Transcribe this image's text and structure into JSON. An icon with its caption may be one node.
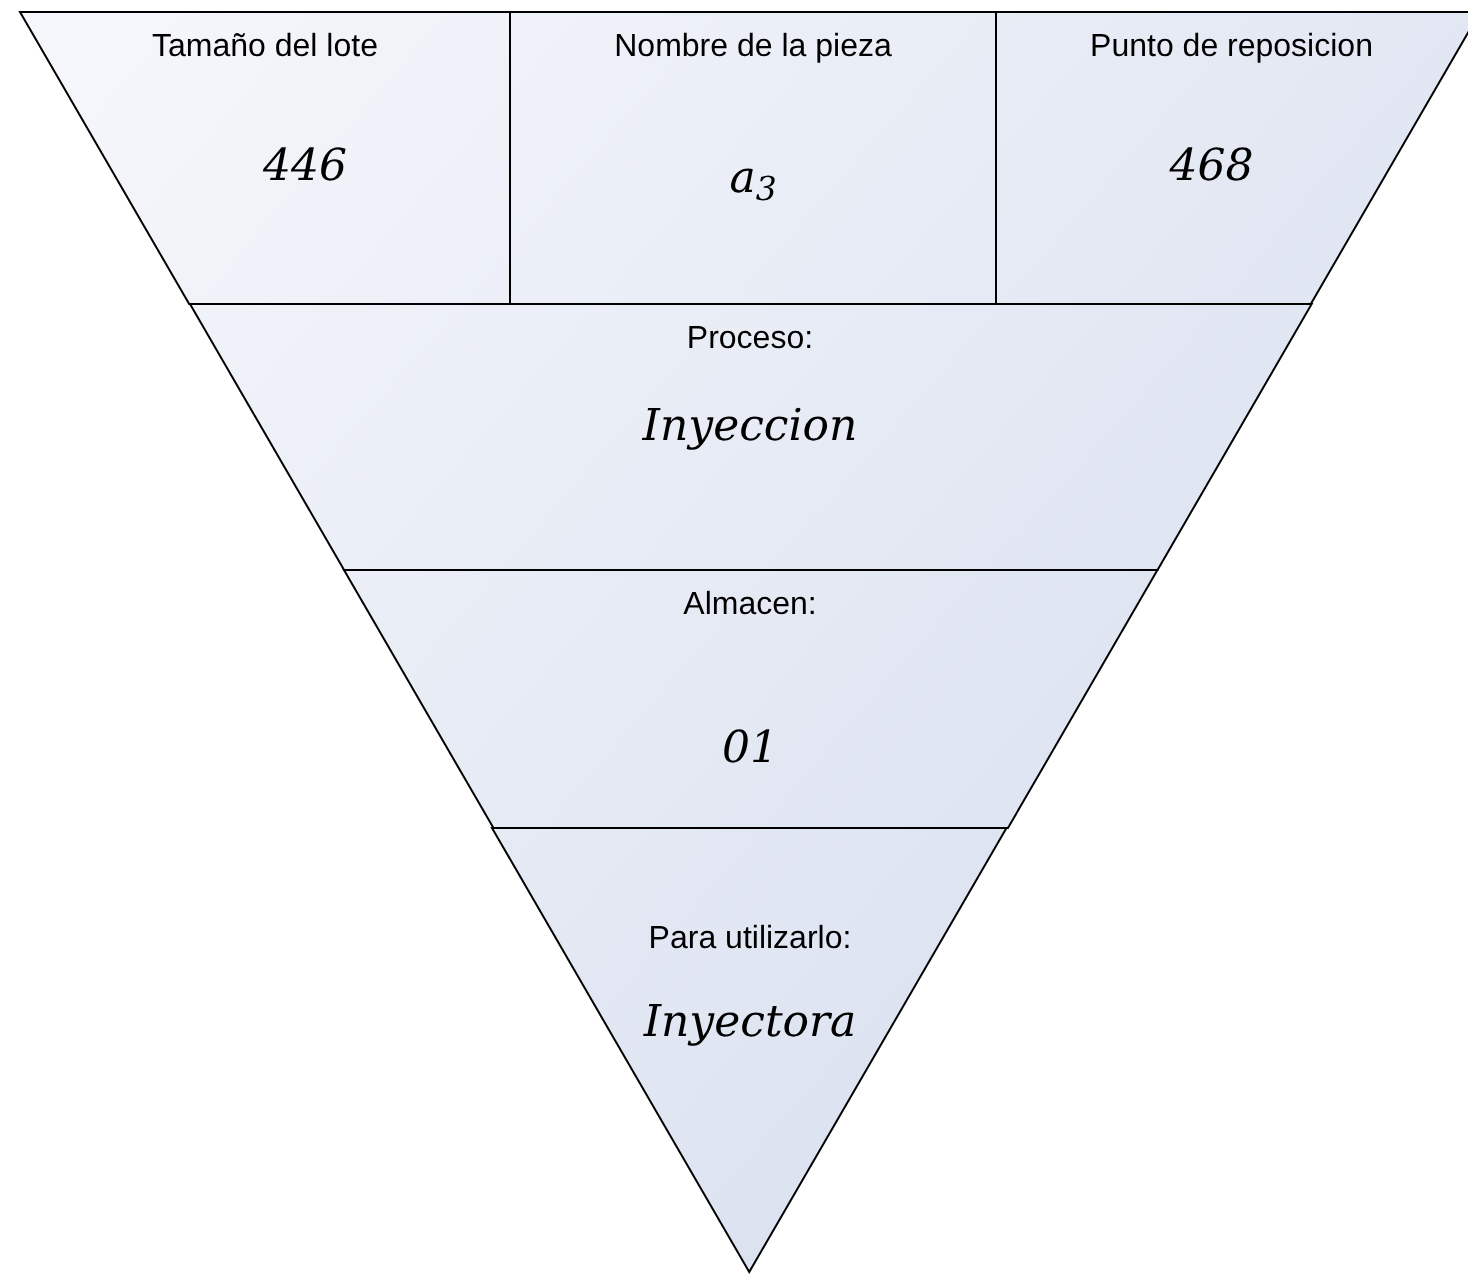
{
  "diagram": {
    "nodes": [
      {
        "text": [
          "Tamaño del lote",
          "446"
        ]
      },
      {
        "text": [
          "Nombre de la pieza",
          "a$_{3}$"
        ]
      },
      {
        "text": [
          "Punto de reposicion",
          "468"
        ]
      },
      {
        "text": [
          "Proceso:",
          "Inyeccion"
        ]
      },
      {
        "text": [
          "Almacen:",
          "01"
        ]
      },
      {
        "text": [
          "Para utilizarlo:",
          "Inyectora"
        ]
      }
    ]
  }
}
